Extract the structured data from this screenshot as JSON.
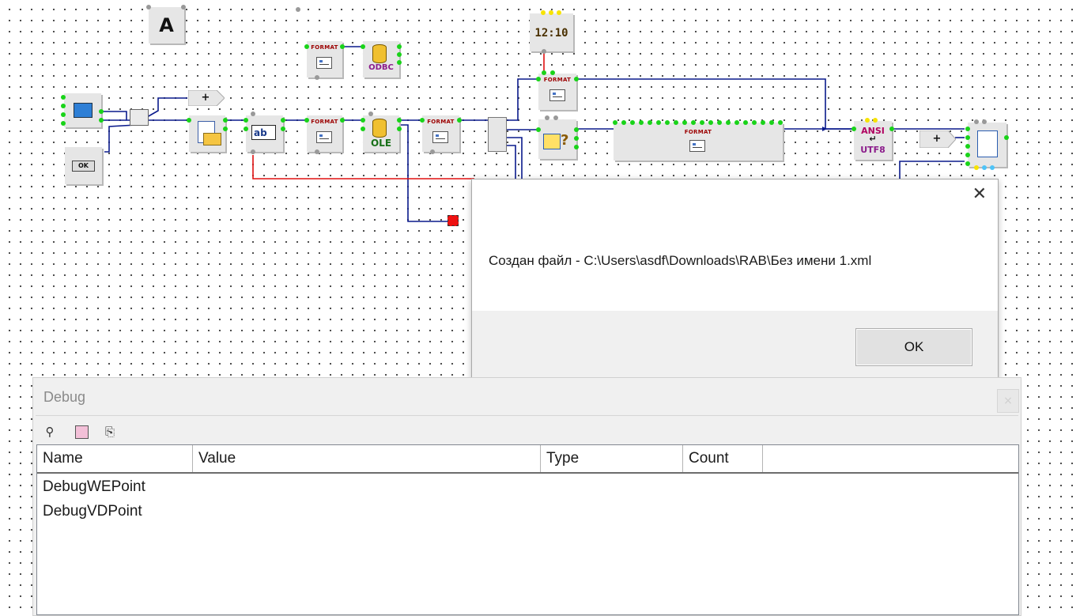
{
  "canvas": {
    "font_tool_label": "A",
    "format_label": "FORMAT",
    "odbc_label": "ODBC",
    "ole_label": "OLE",
    "clock_label": "12:10",
    "ok_component_label": "OK",
    "edit_label": "ab",
    "plus_label": "+",
    "ansi_label": "ANSI",
    "utf8_label": "UTF8",
    "query_label": "?",
    "colors": {
      "wire_blue": "#0a1a8c",
      "wire_red": "#e01010",
      "pin_green": "#19d319"
    }
  },
  "dialog": {
    "message": "Создан файл - C:\\Users\\asdf\\Downloads\\RAB\\Без имени 1.xml",
    "ok_label": "OK",
    "close_icon": "close-icon"
  },
  "debug": {
    "title": "Debug",
    "close_label": "×",
    "toolbar": {
      "icons": [
        "probe-icon",
        "edit-image-icon",
        "copy-icon"
      ]
    },
    "columns": [
      "Name",
      "Value",
      "Type",
      "Count"
    ],
    "rows": [
      {
        "name": "DebugWEPoint"
      },
      {
        "name": "DebugVDPoint"
      }
    ]
  }
}
